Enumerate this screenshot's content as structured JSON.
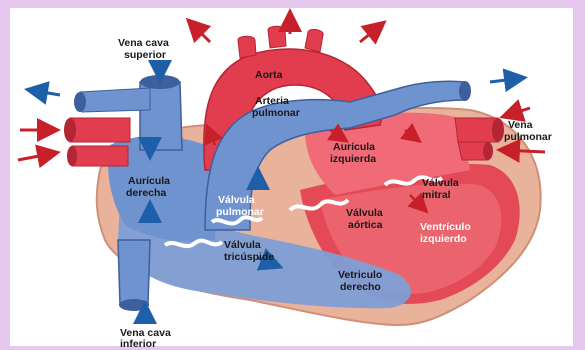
{
  "labels": {
    "vena_cava_superior": [
      "Vena cava",
      "superior"
    ],
    "aorta": [
      "Aorta"
    ],
    "arteria_pulmonar": [
      "Arteria",
      "pulmonar"
    ],
    "vena_pulmonar": [
      "Vena",
      "pulmonar"
    ],
    "auricula_izquierda": [
      "Aurícula",
      "izquierda"
    ],
    "auricula_derecha": [
      "Aurícula",
      "derecha"
    ],
    "valvula_mitral": [
      "Válvula",
      "mitral"
    ],
    "valvula_pulmonar": [
      "Válvula",
      "pulmonar"
    ],
    "valvula_aortica": [
      "Válvula",
      "aórtica"
    ],
    "ventriculo_izquierdo": [
      "Ventrículo",
      "izquierdo"
    ],
    "valvula_tricuspide": [
      "Válvula",
      "tricúspide"
    ],
    "ventriculo_derecho": [
      "Vetriculo",
      "derecho"
    ],
    "vena_cava_inferior": [
      "Vena cava",
      "inferior"
    ]
  },
  "colors": {
    "background": "#e6c8ef",
    "oxygenated": "#e23d4f",
    "deoxygenated": "#6f93cf",
    "pericardium": "#e9b29a",
    "arrow_red": "#c8202b",
    "arrow_blue": "#1d5fa8"
  }
}
